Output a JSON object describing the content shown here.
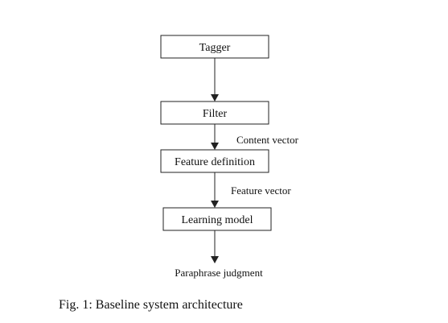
{
  "diagram": {
    "nodes": [
      {
        "id": "tagger",
        "label": "Tagger"
      },
      {
        "id": "filter",
        "label": "Filter"
      },
      {
        "id": "feature-definition",
        "label": "Feature definition"
      },
      {
        "id": "learning-model",
        "label": "Learning model"
      }
    ],
    "edges": [
      {
        "from": "tagger",
        "to": "filter",
        "label": ""
      },
      {
        "from": "filter",
        "to": "feature-definition",
        "label": "Content vector"
      },
      {
        "from": "feature-definition",
        "to": "learning-model",
        "label": "Feature vector"
      },
      {
        "from": "learning-model",
        "to": "output",
        "label": ""
      }
    ],
    "output_label": "Paraphrase judgment"
  },
  "caption": "Fig. 1: Baseline system architecture"
}
